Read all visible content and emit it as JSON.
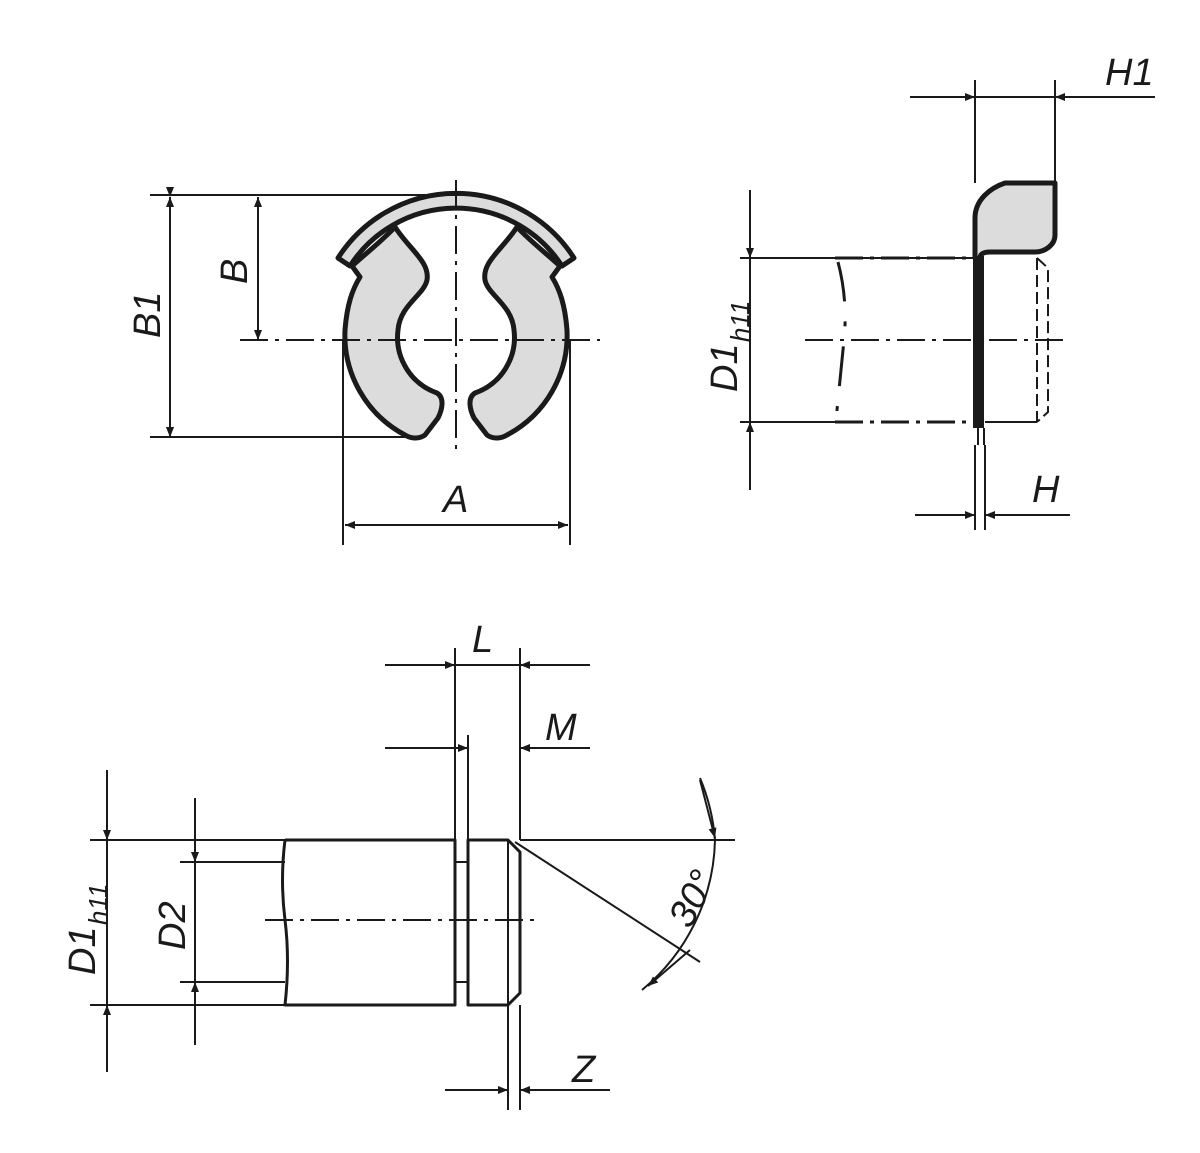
{
  "title": "Clip ring technical drawing",
  "colors": {
    "line": "#1a1a1a",
    "fill": "#dcdcdc"
  },
  "front_view": {
    "B1": "B1",
    "B": "B",
    "A": "A"
  },
  "side_view": {
    "H1": "H1",
    "D1": "D1",
    "D1_sub": "h11",
    "H": "H"
  },
  "pin_view": {
    "L": "L",
    "M": "M",
    "D1": "D1",
    "D1_sub": "h11",
    "D2": "D2",
    "angle": "30°",
    "Z": "Z"
  }
}
